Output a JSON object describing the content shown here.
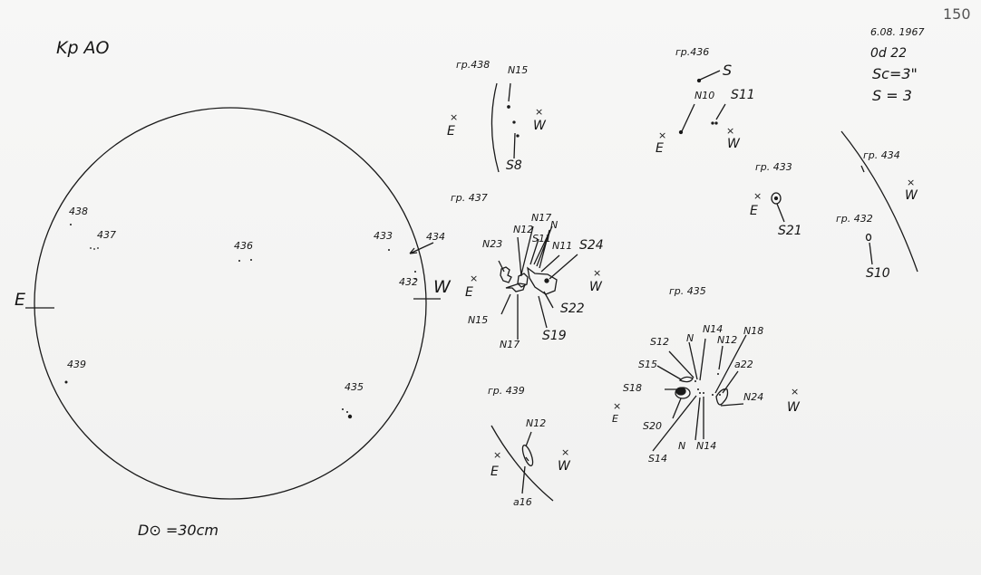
{
  "header": {
    "title": "Kp AO",
    "page_number": "150",
    "date": "6.08. 1967",
    "time": "0d 22",
    "seeing": "Sc=3\"",
    "s_value": "S = 3"
  },
  "disc": {
    "diameter_label": "D⊙ =30cm",
    "east": "E",
    "west": "W",
    "groups": [
      "438",
      "437",
      "436",
      "433",
      "434",
      "432",
      "439",
      "435"
    ]
  },
  "marks": {
    "cross": "×",
    "east": "E",
    "west": "W"
  },
  "group_438": {
    "title": "гр.438",
    "labels": [
      "N15",
      "S8"
    ]
  },
  "group_436": {
    "title": "гр.436",
    "labels": [
      "S",
      "N10",
      "S11"
    ]
  },
  "group_433": {
    "title": "гр. 433",
    "labels": [
      "S21"
    ]
  },
  "group_434": {
    "title": "гр. 434"
  },
  "group_432": {
    "title": "гр. 432",
    "labels": [
      "S10"
    ]
  },
  "group_437": {
    "title": "гр. 437",
    "labels": [
      "N23",
      "N12",
      "N17",
      "S11",
      "N",
      "N11",
      "S24",
      "N15",
      "S22",
      "S19",
      "N17"
    ]
  },
  "group_435": {
    "title": "гр. 435",
    "labels": [
      "S12",
      "N",
      "N14",
      "N12",
      "N18",
      "S15",
      "a22",
      "S18",
      "N24",
      "S20",
      "N",
      "N14",
      "S14"
    ]
  },
  "group_439": {
    "title": "гр. 439",
    "labels": [
      "N12",
      "a16"
    ]
  }
}
